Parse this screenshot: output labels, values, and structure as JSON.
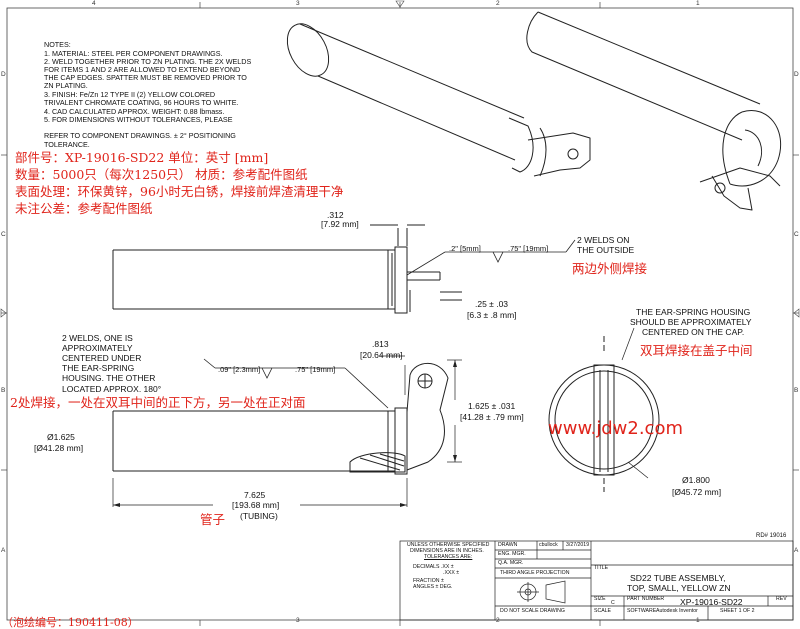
{
  "zones": {
    "top": [
      "4",
      "3",
      "2",
      "1"
    ],
    "left": [
      "D",
      "C",
      "B",
      "A"
    ],
    "right": [
      "D",
      "C",
      "B",
      "A"
    ]
  },
  "notes": [
    "NOTES:",
    "1. MATERIAL: STEEL PER COMPONENT DRAWINGS.",
    "2. WELD TOGETHER PRIOR TO ZN PLATING.  THE 2X WELDS",
    "FOR ITEMS 1 AND 2 ARE ALLOWED TO EXTEND BEYOND",
    "THE CAP EDGES. SPATTER MUST BE REMOVED PRIOR TO",
    "ZN PLATING.",
    "3. FINISH:  Fe/Zn 12 TYPE II (2) YELLOW COLORED",
    "TRIVALENT CHROMATE COATING, 96 HOURS TO WHITE.",
    "4. CAD CALCULATED APPROX. WEIGHT: 0.88 lbmass.",
    "5. FOR DIMENSIONS WITHOUT TOLERANCES, PLEASE",
    "REFER TO COMPONENT DRAWINGS.  ± 2° POSITIONING",
    "TOLERANCE."
  ],
  "cn": {
    "part_line": "部件号：XP-19016-SD22       单位：英寸 [mm]",
    "qty_line": "数量：5000只（每次1250只） 材质：参考配件图纸",
    "finish_line": "表面处理：环保黄锌，96小时无白锈，焊接前焊渣清理干净",
    "tol_line": "未注公差：参考配件图纸",
    "outside_weld": "两边外侧焊接",
    "ear_center": "双耳焊接在盖子中间",
    "two_welds": "2处焊接，一处在双耳中间的正下方，另一处在正对面",
    "tube": "管子",
    "bottom_cut": "（泡绘编号：190411-08）"
  },
  "dims": {
    "d312_a": ".312",
    "d312_b": "[7.92 mm]",
    "weld_a": ".2\" [5mm]",
    "weld_b": ".75\" [19mm]",
    "welds_out_1": "2 WELDS ON",
    "welds_out_2": "THE OUTSIDE",
    "d25_a": ".25 ± .03",
    "d25_b": "[6.3 ± .8 mm]",
    "ear_note_1": "THE EAR-SPRING HOUSING",
    "ear_note_2": "SHOULD BE APPROXIMATELY",
    "ear_note_3": "CENTERED ON THE CAP.",
    "two_w_1": "2 WELDS, ONE IS",
    "two_w_2": "APPROXIMATELY",
    "two_w_3": "CENTERED UNDER",
    "two_w_4": "THE EAR-SPRING",
    "two_w_5": "HOUSING.  THE OTHER",
    "two_w_6": "LOCATED APPROX. 180°",
    "d813_a": ".813",
    "d813_b": "[20.64 mm]",
    "lw_a": ".09\" [2.3mm]",
    "lw_b": ".75\" [19mm]",
    "d1625t_a": "1.625 ± .031",
    "d1625t_b": "[41.28 ± .79 mm]",
    "od_a": "Ø1.625",
    "od_b": "[Ø41.28 mm]",
    "len_a": "7.625",
    "len_b": "[193.68 mm]",
    "len_c": "(TUBING)",
    "d1800_a": "Ø1.800",
    "d1800_b": "[Ø45.72 mm]"
  },
  "watermark": "www.jdw2.com",
  "rd": "RD# 19016",
  "title_block": {
    "spec_1": "UNLESS OTHERWISE SPECIFIED",
    "spec_2": "DIMENSIONS ARE IN INCHES.",
    "spec_3": "TOLERANCES ARE:",
    "dec_1": "DECIMALS .XX ±",
    "dec_2": ".XXX ±",
    "frac": "FRACTION ±",
    "ang": "ANGLES ±  DEG.",
    "drawn": "DRAWN",
    "drawn_by": "cbullock",
    "drawn_date": "3/27/2019",
    "eng": "ENG. MGR.",
    "qa": "Q.A. MGR.",
    "third_angle": "THIRD ANGLE PROJECTION",
    "title_lbl": "TITLE",
    "title_1": "SD22 TUBE ASSEMBLY,",
    "title_2": "TOP, SMALL, YELLOW ZN",
    "size_lbl": "SIZE",
    "size": "C",
    "partno_lbl": "PART NUMBER",
    "partno": "XP-19016-SD22",
    "rev_lbl": "REV",
    "scale_lbl": "SCALE",
    "software_lbl": "SOFTWARE",
    "software": "Autodesk Inventor",
    "sheet": "SHEET  1  OF  2",
    "dnsd": "DO NOT SCALE DRAWING"
  }
}
